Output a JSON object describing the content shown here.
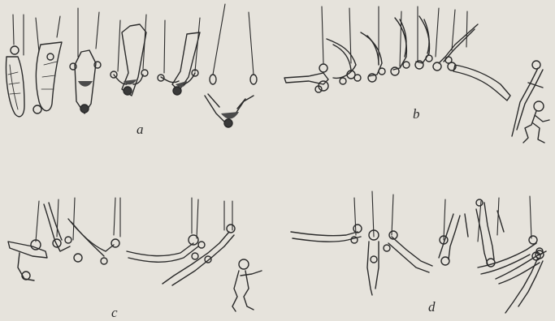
{
  "labels": {
    "a": "a",
    "b": "b",
    "c": "c",
    "d": "d"
  },
  "colors": {
    "paper": "#e6e3dc",
    "ink": "#2a2a2a",
    "shade": "#4a4a4a"
  }
}
